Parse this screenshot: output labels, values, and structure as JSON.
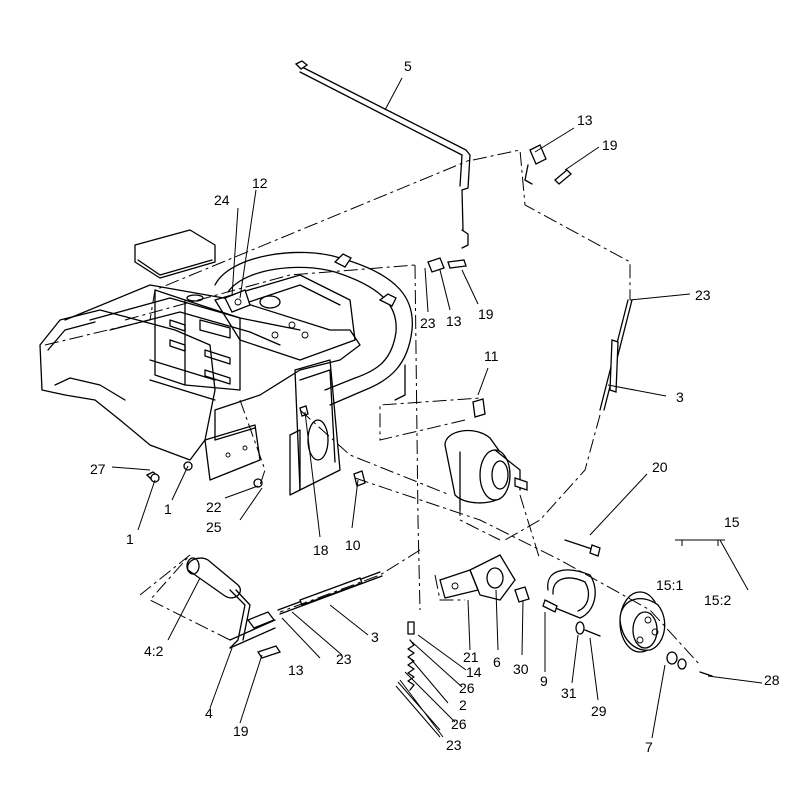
{
  "callouts": {
    "c5": "5",
    "c13a": "13",
    "c19a": "19",
    "c24": "24",
    "c12": "12",
    "c23a": "23",
    "c13b": "13",
    "c19b": "19",
    "c23b": "23",
    "c11": "11",
    "c3a": "3",
    "c20": "20",
    "c15": "15",
    "c151": "15:1",
    "c152": "15:2",
    "c27": "27",
    "c1a": "1",
    "c1b": "1",
    "c22": "22",
    "c25": "25",
    "c18": "18",
    "c10": "10",
    "c42": "4:2",
    "c3b": "3",
    "c23c": "23",
    "c13c": "13",
    "c4": "4",
    "c19c": "19",
    "c21": "21",
    "c14": "14",
    "c26a": "26",
    "c2": "2",
    "c26b": "26",
    "c23d": "23",
    "c6": "6",
    "c30": "30",
    "c9": "9",
    "c31": "31",
    "c29": "29",
    "c7": "7",
    "c28": "28"
  }
}
